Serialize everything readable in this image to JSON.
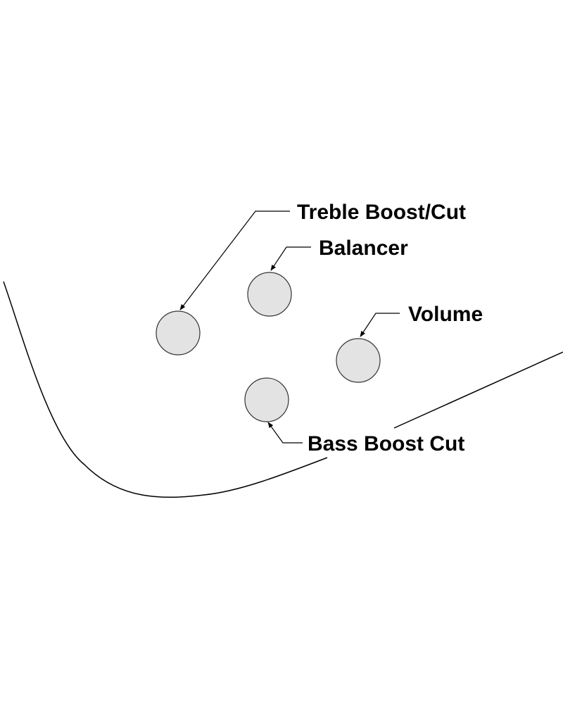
{
  "knob_fill": "#e3e3e3",
  "line_color": "#000000",
  "labels": {
    "treble": "Treble Boost/Cut",
    "balancer": "Balancer",
    "volume": "Volume",
    "bass": "Bass Boost Cut"
  }
}
